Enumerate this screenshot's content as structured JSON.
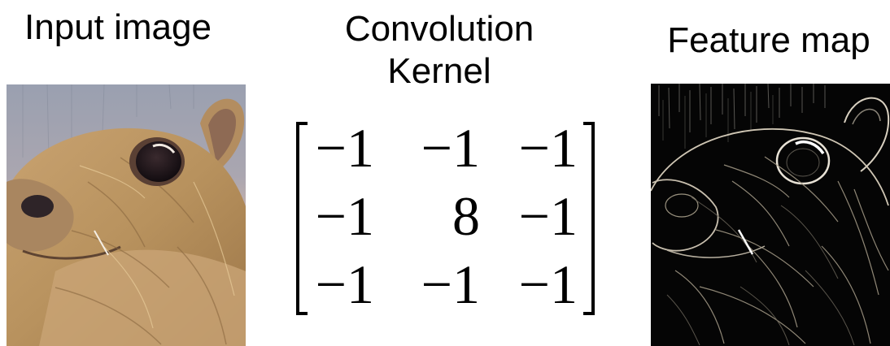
{
  "titles": {
    "input": "Input image",
    "kernel_line1": "Convolution",
    "kernel_line2": "Kernel",
    "feature": "Feature map"
  },
  "kernel": {
    "rows": [
      [
        "−1",
        "−1",
        "−1"
      ],
      [
        "−1",
        "8",
        "−1"
      ],
      [
        "−1",
        "−1",
        "−1"
      ]
    ]
  },
  "colors": {
    "fur": "#b08a58",
    "fur_light": "#d8b889",
    "background_blue": "#8c96a8",
    "background_pink": "#d8b4a4",
    "feature_bg": "#050505",
    "edge": "#e8e0d0"
  }
}
